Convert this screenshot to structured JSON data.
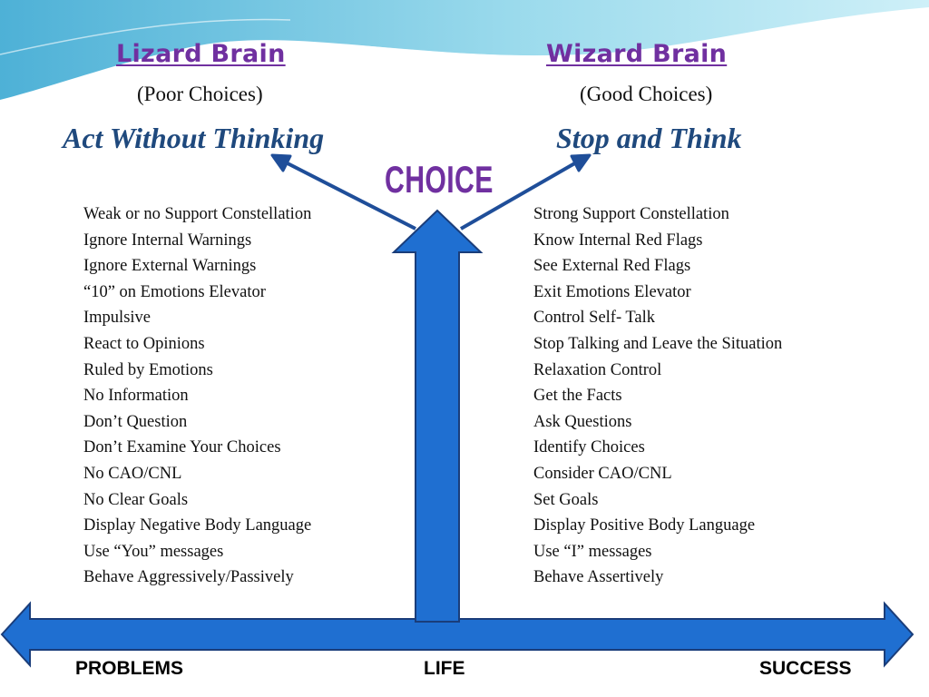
{
  "left": {
    "title": "Lizard Brain",
    "subtitle": "(Poor Choices)",
    "heading": "Act Without Thinking",
    "items": [
      "Weak or no Support Constellation",
      "Ignore Internal Warnings",
      "Ignore External Warnings",
      "“10” on Emotions Elevator",
      "Impulsive",
      "React to Opinions",
      "Ruled by Emotions",
      "No Information",
      "Don’t Question",
      "Don’t Examine Your Choices",
      "No CAO/CNL",
      "No Clear Goals",
      "Display Negative Body Language",
      "Use “You” messages",
      "Behave Aggressively/Passively"
    ]
  },
  "right": {
    "title": "Wizard Brain",
    "subtitle": "(Good Choices)",
    "heading": "Stop and Think",
    "items": [
      "Strong Support Constellation",
      "Know Internal Red Flags",
      "See External Red Flags",
      "Exit Emotions Elevator",
      "Control Self- Talk",
      "Stop Talking and Leave the Situation",
      "Relaxation Control",
      "Get the Facts",
      "Ask Questions",
      "Identify Choices",
      "Consider CAO/CNL",
      "Set Goals",
      "Display Positive Body Language",
      "Use “I” messages",
      "Behave Assertively"
    ]
  },
  "center": {
    "label": "CHOICE"
  },
  "axis": {
    "left": "PROBLEMS",
    "middle": "LIFE",
    "right": "SUCCESS"
  },
  "colors": {
    "title": "#7030a0",
    "heading": "#1f497d",
    "arrow_fill": "#1f6fd1",
    "arrow_stroke": "#1a3d7a",
    "branch_arrow": "#1f4e99",
    "wave": "#4fb6d8"
  }
}
